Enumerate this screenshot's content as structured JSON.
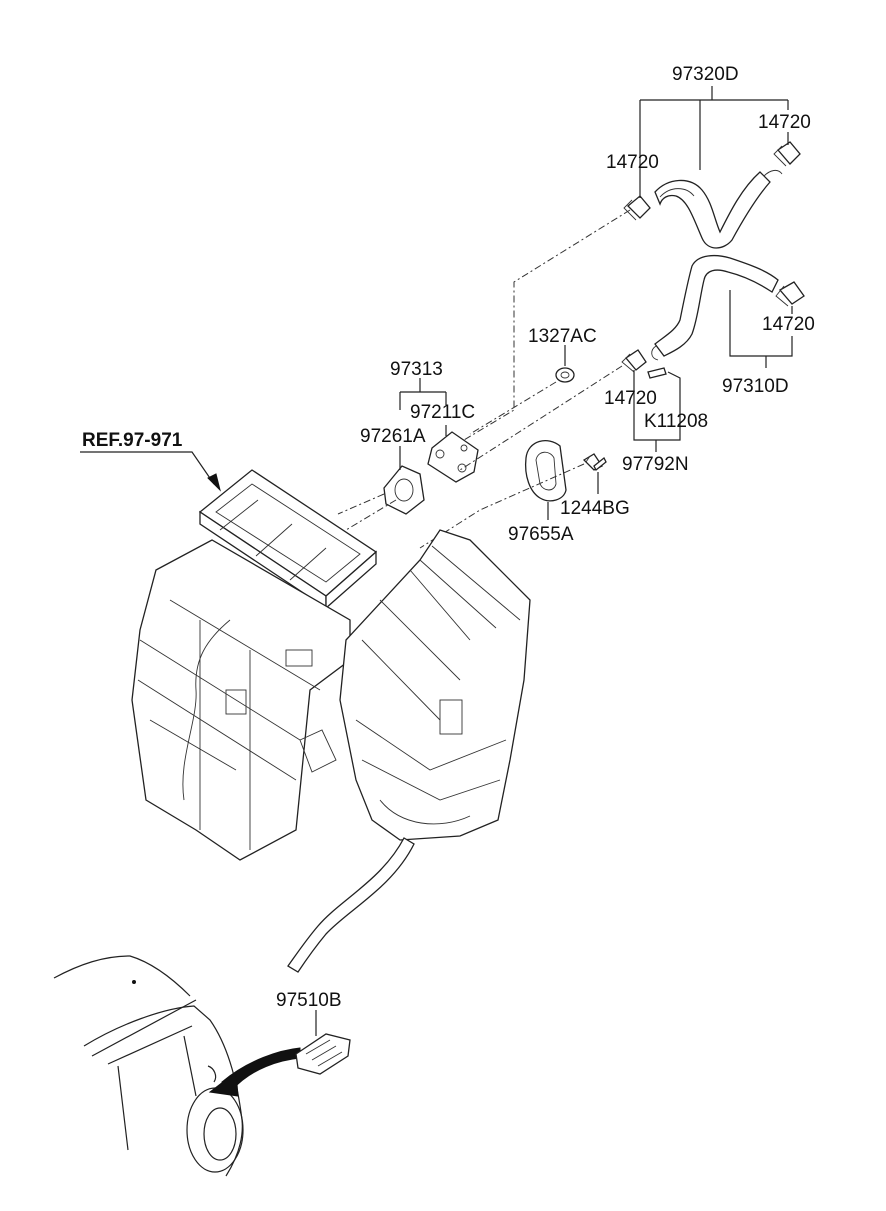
{
  "labels": {
    "hose_assy_upper": "97320D",
    "clamp_a": "14720",
    "clamp_b": "14720",
    "clamp_c": "14720",
    "clamp_d": "14720",
    "hose_assy_lower": "97310D",
    "nut": "1327AC",
    "gasket_set": "97313",
    "plate": "97211C",
    "packing": "97261A",
    "ref": "REF.97-971",
    "clip": "K11208",
    "clip_set": "97792N",
    "bolt": "1244BG",
    "seal": "97655A",
    "grommet": "97510B"
  }
}
